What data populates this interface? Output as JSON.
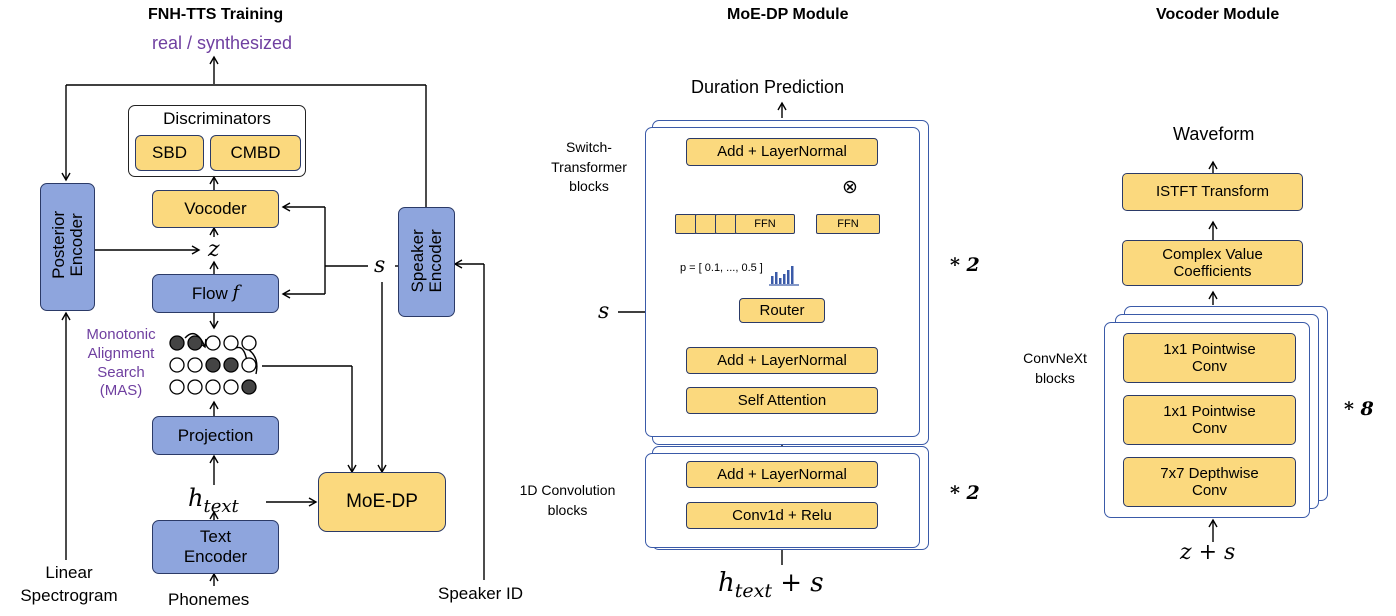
{
  "training": {
    "title": "FNH-TTS Training",
    "output_label": "real / synthesized",
    "discriminators_label": "Discriminators",
    "sbd": "SBD",
    "cmbd": "CMBD",
    "vocoder": "Vocoder",
    "z": "z",
    "flow": "Flow",
    "flow_f": "f",
    "s": "s",
    "posterior_encoder_line1": "Posterior",
    "posterior_encoder_line2": "Encoder",
    "speaker_encoder_line1": "Speaker",
    "speaker_encoder_line2": "Encoder",
    "mas_line1": "Monotonic",
    "mas_line2": "Alignment",
    "mas_line3": "Search",
    "mas_line4": "(MAS)",
    "projection": "Projection",
    "h_text_base": "h",
    "h_text_sub": "text",
    "moe_dp": "MoE-DP",
    "text_encoder_line1": "Text",
    "text_encoder_line2": "Encoder",
    "linear_line1": "Linear",
    "linear_line2": "Spectrogram",
    "phonemes": "Phonemes",
    "speaker_id": "Speaker ID"
  },
  "moe": {
    "title": "MoE-DP Module",
    "duration_prediction": "Duration Prediction",
    "switch_line1": "Switch-",
    "switch_line2": "Transformer",
    "switch_line3": "blocks",
    "add_layernorm_top": "Add + LayerNormal",
    "ffn_left": "FFN",
    "ffn_right": "FFN",
    "otimes": "⊗",
    "probabilities": "p = [ 0.1, ..., 0.5 ]",
    "s": "s",
    "router": "Router",
    "add_layernorm_mid": "Add + LayerNormal",
    "self_attention": "Self Attention",
    "times2_top": "* 2",
    "conv_line1": "1D Convolution",
    "conv_line2": "blocks",
    "add_layernorm_bottom": "Add + LayerNormal",
    "conv1d_relu": "Conv1d + Relu",
    "times2_bottom": "* 2",
    "input_base": "h",
    "input_sub": "text",
    "input_plus": " + s"
  },
  "vocoder": {
    "title": "Vocoder Module",
    "waveform": "Waveform",
    "istft": "ISTFT Transform",
    "complex_line1": "Complex Value",
    "complex_line2": "Coefficients",
    "convnext_line1": "ConvNeXt",
    "convnext_line2": "blocks",
    "pw1_line1": "1x1 Pointwise",
    "pw1_line2": "Conv",
    "pw2_line1": "1x1 Pointwise",
    "pw2_line2": "Conv",
    "dw_line1": "7x7 Depthwise",
    "dw_line2": "Conv",
    "times8": "* 8",
    "input": "z + s"
  },
  "colors": {
    "yellow": "#fbd97e",
    "blue": "#8ea5dd",
    "frame": "#3a5aa8",
    "purple": "#6f3fa0"
  }
}
